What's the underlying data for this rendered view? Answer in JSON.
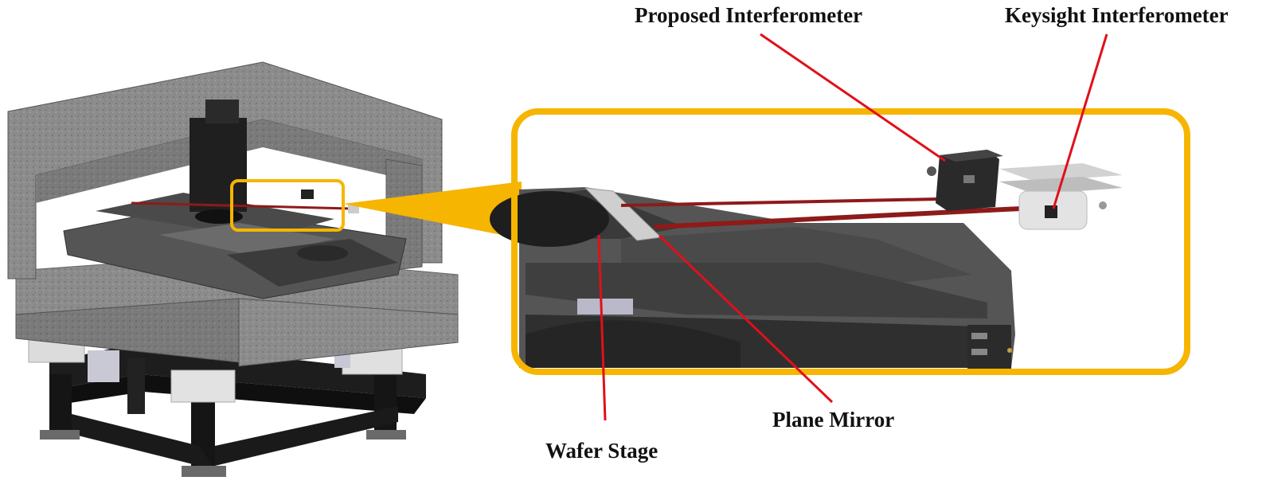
{
  "labels": {
    "proposed_interferometer": "Proposed Interferometer",
    "keysight_interferometer": "Keysight Interferometer",
    "plane_mirror": "Plane Mirror",
    "wafer_stage": "Wafer Stage"
  },
  "colors": {
    "callout_frame": "#f6b500",
    "leader_line": "#e0101a",
    "laser_beam": "#8e1a1a",
    "granite": "#8f8f8f",
    "steel_base": "#1c1c1c",
    "stage_metal": "#4a4a4a",
    "isolator": "#d9d9d9"
  },
  "icons": {
    "frame": "granite-frame-icon",
    "stage": "wafer-stage-icon",
    "interferometer": "interferometer-icon"
  }
}
